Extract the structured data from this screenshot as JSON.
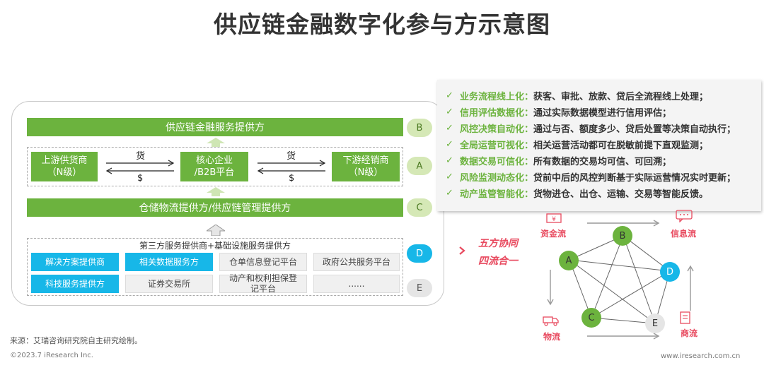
{
  "title": "供应链金融数字化参与方示意图",
  "diagram": {
    "bar_b": "供应链金融服务提供方",
    "upstream": [
      "上游供货商",
      "（N级）"
    ],
    "core": [
      "核心企业",
      "/B2B平台"
    ],
    "downstream": [
      "下游经销商",
      "（N级）"
    ],
    "goods": "货",
    "money": "$",
    "bar_c": "仓储物流提供方/供应链管理提供方",
    "section_d_title": "第三方服务提供商+基础设施服务提供方",
    "cells_row1": [
      "解决方案提供商",
      "相关数据服务方",
      "仓单信息登记平台",
      "政府公共服务平台"
    ],
    "cells_row2": [
      "科技服务提供方",
      "证券交易所",
      "动产和权利担保登",
      "记平台",
      "......"
    ],
    "badges": [
      "B",
      "A",
      "C",
      "D",
      "E"
    ]
  },
  "list": [
    {
      "key": "业务流程线上化：",
      "desc": "获客、审批、放款、贷后全流程线上处理；"
    },
    {
      "key": "信用评估数据化：",
      "desc": "通过实际数据模型进行信用评估；"
    },
    {
      "key": "风控决策自动化：",
      "desc": "通过与否、额度多少、贷后处置等决策自动执行；"
    },
    {
      "key": "全局运营可视化：",
      "desc": "相关运营活动都可在脱敏前提下直观监测；"
    },
    {
      "key": "数据交易可信化：",
      "desc": "所有数据的交易均可信、可回溯；"
    },
    {
      "key": "风险监测动态化：",
      "desc": "贷前中后的风控判断基于实际运营情况实时更新；"
    },
    {
      "key": "动产监管智能化：",
      "desc": "货物进仓、出仓、运输、交易等智能反馈。"
    }
  ],
  "network": {
    "slogan1": "五方协同",
    "slogan2": "四流合一",
    "capital_flow": "资金流",
    "info_flow": "信息流",
    "logistics_flow": "物流",
    "business_flow": "商流",
    "nodes": [
      "A",
      "B",
      "C",
      "D",
      "E"
    ]
  },
  "footer": {
    "source": "来源：艾瑞咨询研究院自主研究绘制。",
    "copyright": "©2023.7 iResearch Inc.",
    "url": "www.iresearch.com.cn"
  },
  "colors": {
    "green": "#6cb33e",
    "blue": "#17b7e8",
    "pink": "#e84a5f",
    "dark_green": "#4c9a2a"
  }
}
